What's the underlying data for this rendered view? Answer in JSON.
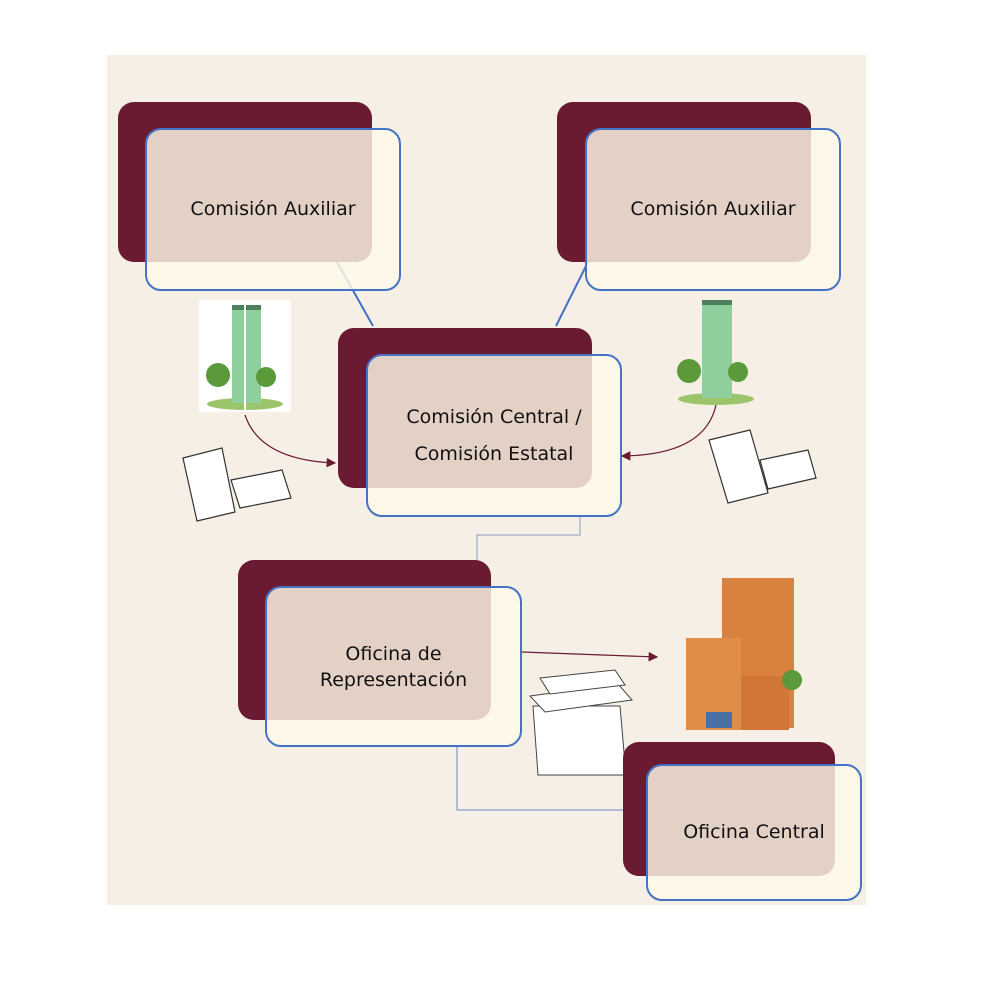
{
  "nodes": {
    "aux_left": {
      "label": "Comisión Auxiliar"
    },
    "aux_right": {
      "label": "Comisión Auxiliar"
    },
    "central": {
      "line1": "Comisión Central /",
      "line2": "Comisión Estatal"
    },
    "oficina_rep": {
      "line1": "Oficina de",
      "line2": "Representación"
    },
    "oficina_central": {
      "label": "Oficina Central"
    }
  },
  "colors": {
    "maroon": "#6a1a31",
    "border": "#4472c4",
    "cream": "#fffae8"
  }
}
